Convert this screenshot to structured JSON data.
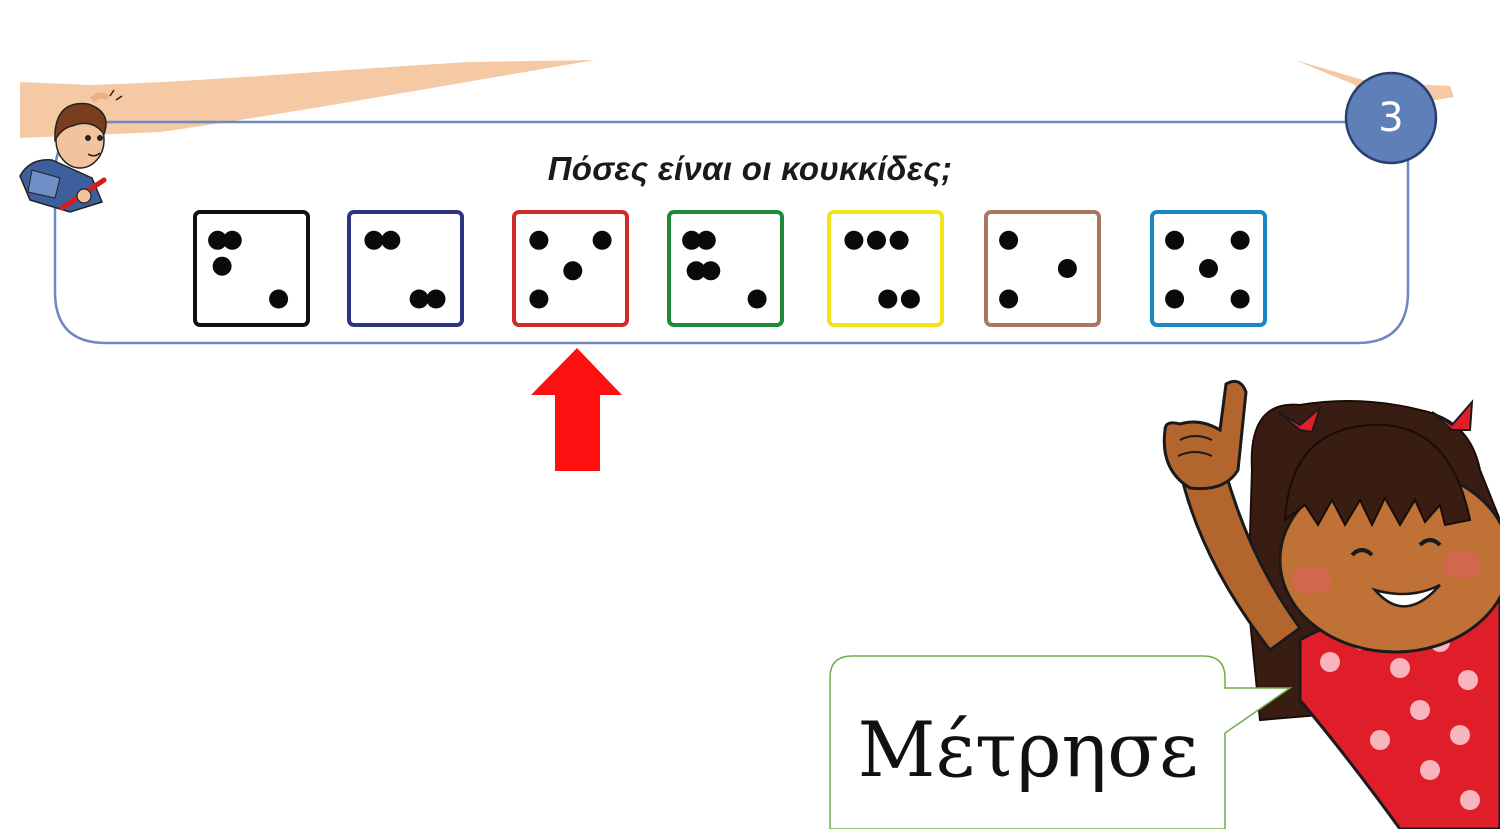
{
  "exercise": {
    "number": "3",
    "question": "Πόσες είναι οι κουκκίδες;"
  },
  "dice": [
    {
      "color": "#111111",
      "dots": 4
    },
    {
      "color": "#2e3580",
      "dots": 4
    },
    {
      "color": "#d02a2a",
      "dots": 4
    },
    {
      "color": "#1f8a3a",
      "dots": 5
    },
    {
      "color": "#f2e21a",
      "dots": 5
    },
    {
      "color": "#a9785c",
      "dots": 3
    },
    {
      "color": "#1a86c2",
      "dots": 5
    }
  ],
  "arrow": {
    "color": "#ff1010",
    "points_to_die": 3
  },
  "speech_bubble": {
    "text": "Μέτρησε",
    "border_color": "#70ad47"
  },
  "colors": {
    "panel_border": "#6f87c2",
    "number_badge": "#5f7fb8",
    "ribbon": "#f4c9a4"
  }
}
